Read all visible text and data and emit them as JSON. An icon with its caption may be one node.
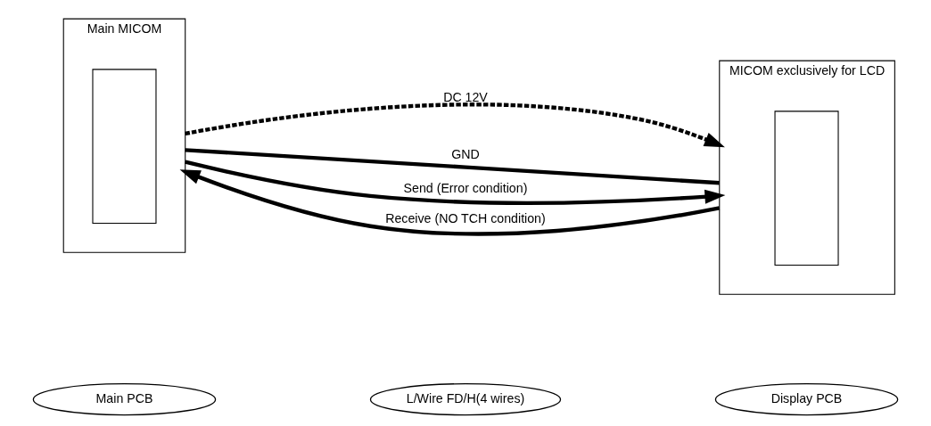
{
  "diagram": {
    "nodes": [
      {
        "text": [
          "Main PCB"
        ]
      },
      {
        "text": [
          "L/Wire FD/H(4 wires)"
        ]
      },
      {
        "text": [
          "Display PCB"
        ]
      },
      {
        "text": [
          "Main MICOM"
        ]
      },
      {
        "text": [],
        "shape": "box",
        "in": 3
      },
      {
        "text": [
          "MICOM exclusively for LCD"
        ]
      },
      {
        "text": [],
        "shape": "box",
        "in": 5
      }
    ],
    "edges": [
      {
        "from": 3,
        "to": 5,
        "arrow": "to",
        "label": "DC 12V",
        "style": "dashed"
      },
      {
        "from": 3,
        "to": 5,
        "arrow": "none",
        "label": "GND"
      },
      {
        "from": 3,
        "to": 5,
        "arrow": "to",
        "label": "Send (Error condition)"
      },
      {
        "from": 5,
        "to": 3,
        "arrow": "to",
        "label": "Receive (NO TCH condition)"
      }
    ]
  }
}
